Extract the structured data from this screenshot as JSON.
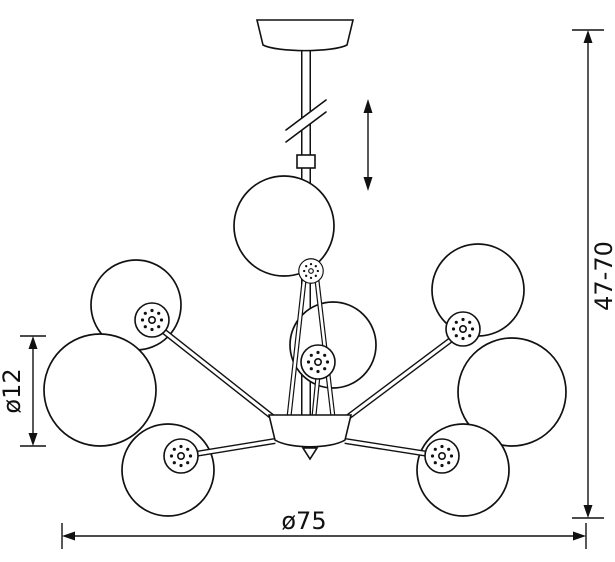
{
  "drawing": {
    "background_color": "#ffffff",
    "line_color": "#111111",
    "labels": {
      "globe_diameter": "ø12",
      "height_range": "47-70",
      "overall_diameter": "ø75"
    }
  }
}
